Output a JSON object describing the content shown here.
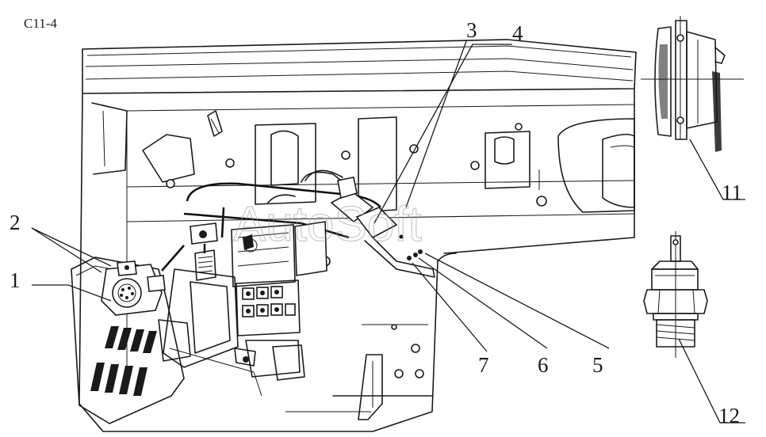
{
  "figure_code": "C11-4",
  "watermark": "AutoSoft",
  "callouts": [
    "1",
    "2",
    "3",
    "4",
    "5",
    "6",
    "7",
    "11",
    "12"
  ]
}
